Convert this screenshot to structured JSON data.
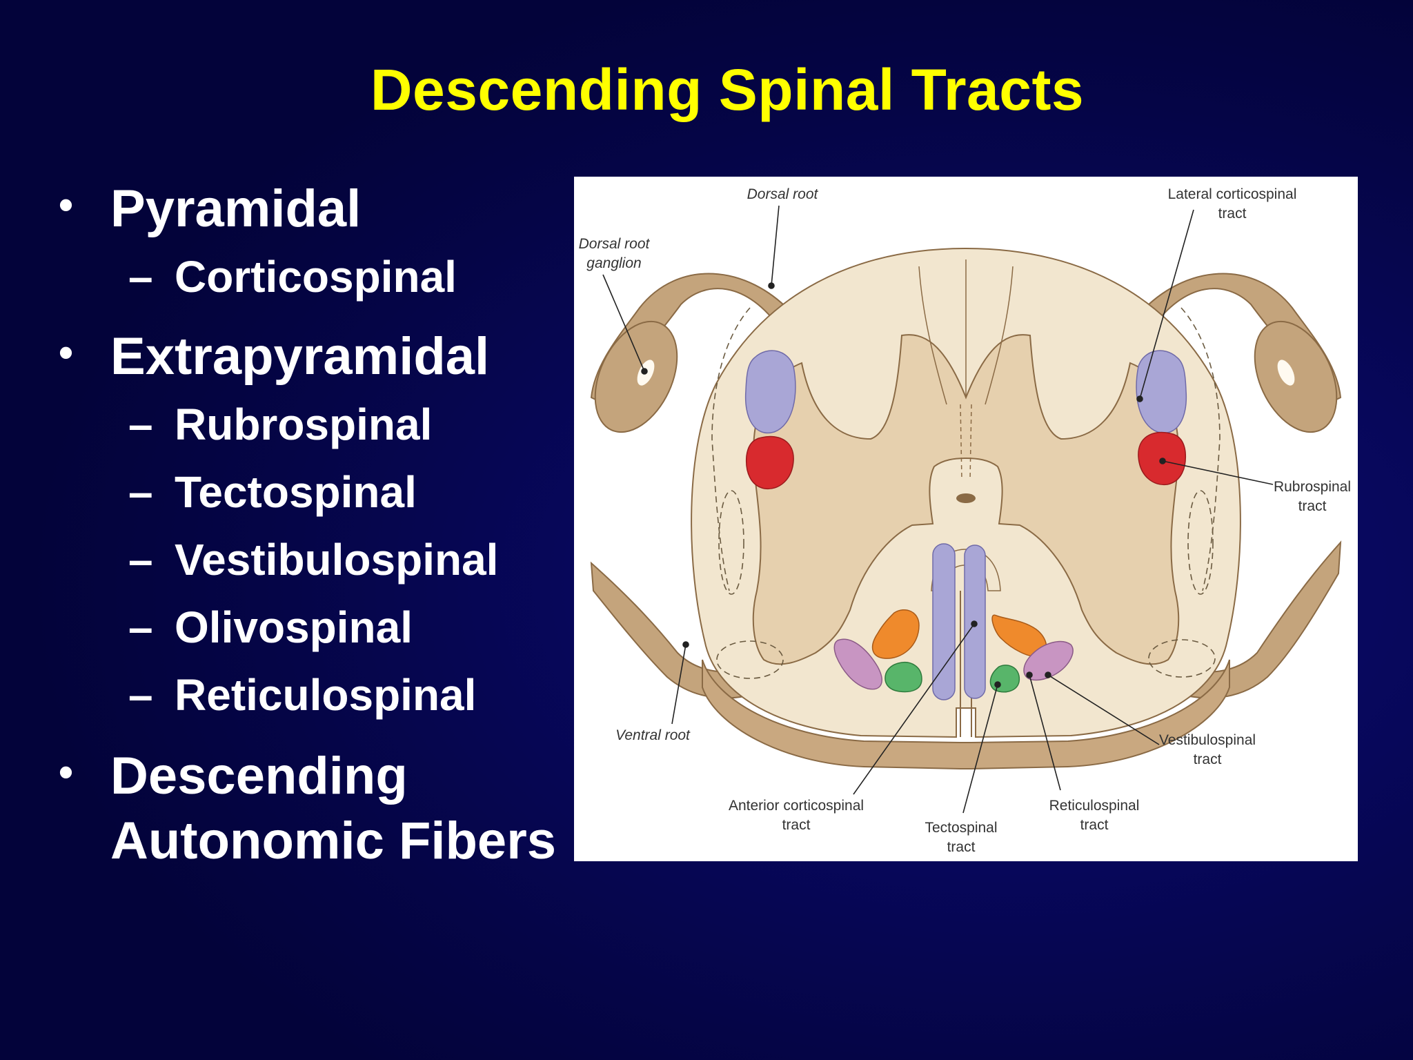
{
  "slide": {
    "title": "Descending Spinal Tracts",
    "bullets": [
      {
        "label": "Pyramidal",
        "subs": [
          "Corticospinal"
        ]
      },
      {
        "label": "Extrapyramidal",
        "subs": [
          "Rubrospinal",
          "Tectospinal",
          "Vestibulospinal",
          "Olivospinal",
          "Reticulospinal"
        ]
      },
      {
        "label_lines": [
          "Descending",
          "Autonomic Fibers"
        ]
      }
    ],
    "bullet_glyph": "•",
    "sub_glyph": "–"
  },
  "figure": {
    "labels": {
      "dorsal_root": "Dorsal root",
      "dorsal_root_ganglion": [
        "Dorsal root",
        "ganglion"
      ],
      "lateral_corticospinal": [
        "Lateral corticospinal",
        "tract"
      ],
      "rubrospinal": [
        "Rubrospinal",
        "tract"
      ],
      "vestibulospinal": [
        "Vestibulospinal",
        "tract"
      ],
      "reticulospinal": [
        "Reticulospinal",
        "tract"
      ],
      "tectospinal": [
        "Tectospinal",
        "tract"
      ],
      "anterior_corticospinal": [
        "Anterior corticospinal",
        "tract"
      ],
      "ventral_root": "Ventral root"
    },
    "colors": {
      "background": "#ffffff",
      "white_matter": "#f2e6cf",
      "gray_matter": "#e6d0ae",
      "root_nerve": "#c4a47c",
      "corticospinal": "#a9a6d6",
      "rubrospinal": "#d82a2e",
      "reticulospinal": "#ef8a2c",
      "tectospinal": "#58b56a",
      "vestibulospinal": "#c895c2"
    }
  }
}
